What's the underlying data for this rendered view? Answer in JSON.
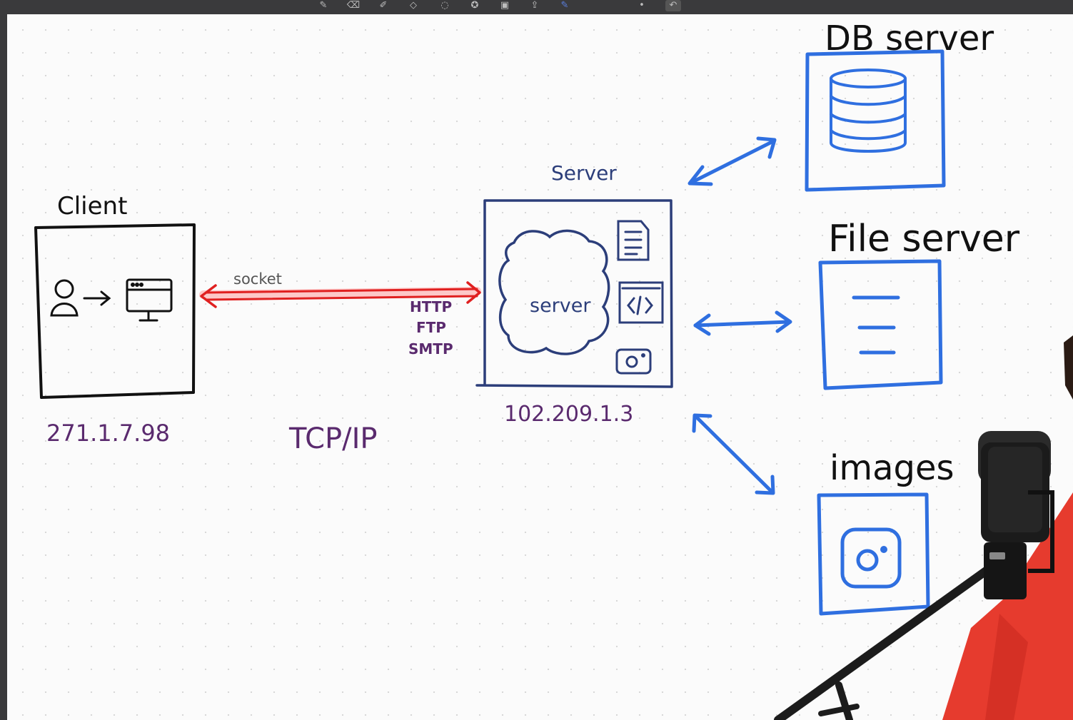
{
  "toolbar": {
    "tools": [
      {
        "name": "pen-icon",
        "glyph": "✎"
      },
      {
        "name": "eraser-icon",
        "glyph": "⌫"
      },
      {
        "name": "highlighter-icon",
        "glyph": "✐"
      },
      {
        "name": "shapes-icon",
        "glyph": "◇"
      },
      {
        "name": "lasso-icon",
        "glyph": "◌"
      },
      {
        "name": "sticker-icon",
        "glyph": "✪"
      },
      {
        "name": "image-icon",
        "glyph": "▣"
      },
      {
        "name": "share-icon",
        "glyph": "⇪"
      },
      {
        "name": "blue-pen-icon",
        "glyph": "✎"
      },
      {
        "name": "more-icon",
        "glyph": "•"
      },
      {
        "name": "undo-icon",
        "glyph": "↶"
      }
    ]
  },
  "diagram": {
    "client": {
      "label": "Client",
      "ip": "271.1.7.98"
    },
    "connection": {
      "label": "socket",
      "protocols": [
        "HTTP",
        "FTP",
        "SMTP"
      ],
      "transport": "TCP/IP"
    },
    "server": {
      "label": "Server",
      "inner_label": "server",
      "ip": "102.209.1.3"
    },
    "db_server": {
      "label": "DB server"
    },
    "file_server": {
      "label": "File server"
    },
    "images": {
      "label": "images"
    }
  },
  "colors": {
    "ink": "#111111",
    "blue": "#2f6fe0",
    "navy": "#2c3e7a",
    "purple": "#5a2a6e",
    "red": "#e02020",
    "presenter_shirt": "#e63b2e"
  }
}
